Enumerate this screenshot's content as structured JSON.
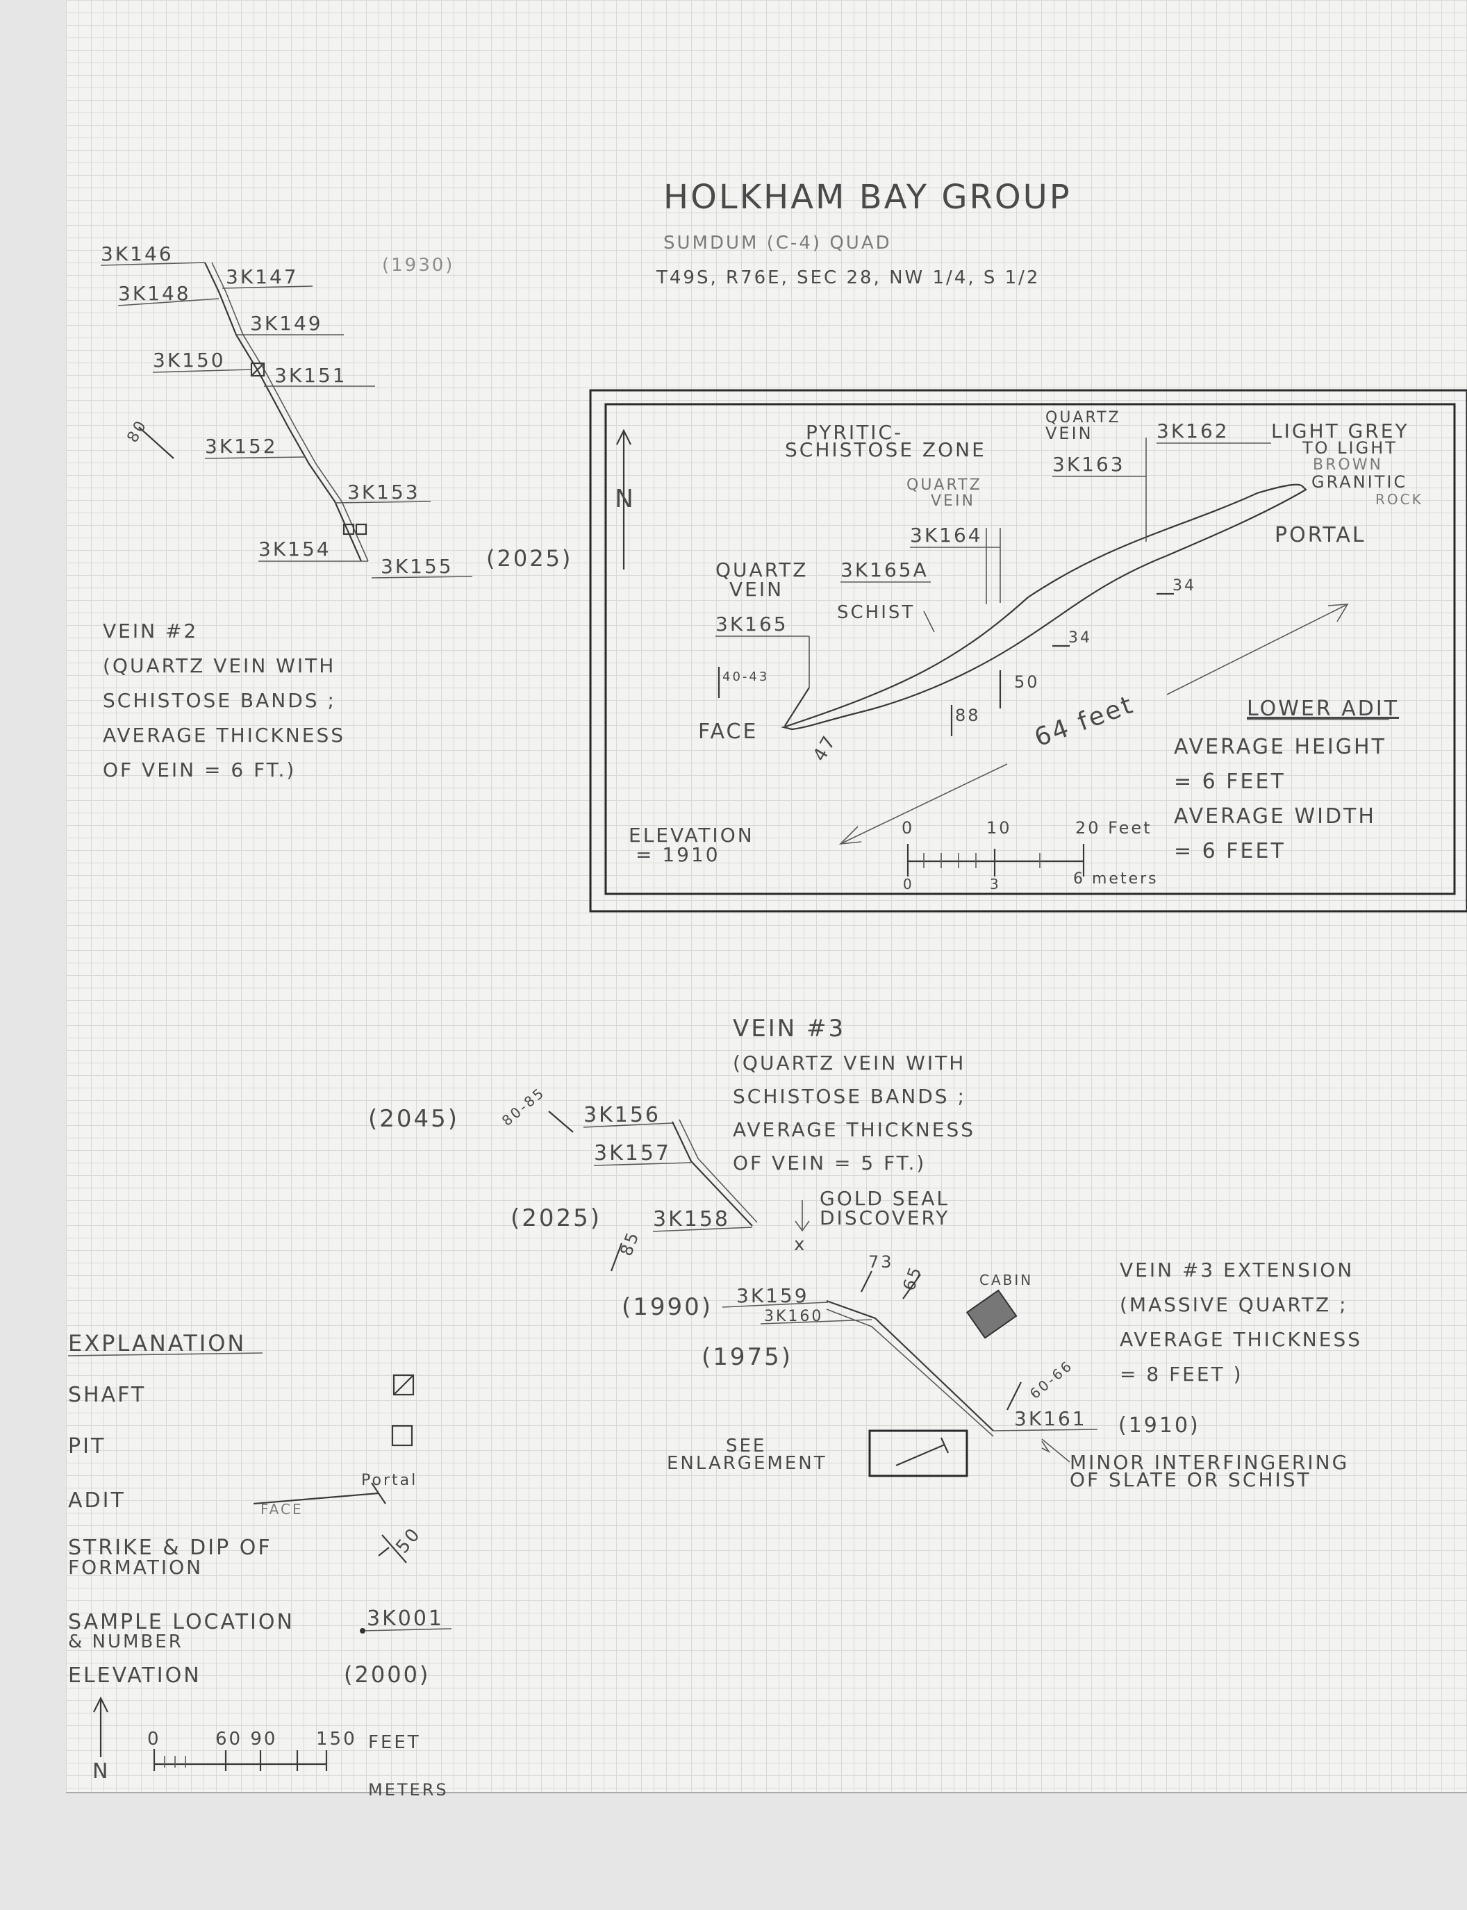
{
  "title": {
    "main": "HOLKHAM BAY GROUP",
    "quad": "SUMDUM (C-4) QUAD",
    "location": "T49S, R76E, SEC 28, NW 1/4, S 1/2"
  },
  "vein2": {
    "samples": [
      "3K146",
      "3K147",
      "3K148",
      "3K149",
      "3K150",
      "3K151",
      "3K152",
      "3K153",
      "3K154",
      "3K155"
    ],
    "elev_top": "(1930)",
    "elev_bottom": "(2025)",
    "strike": "80",
    "desc": [
      "VEIN #2",
      "(QUARTZ VEIN WITH",
      "SCHISTOSE BANDS ;",
      "AVERAGE THICKNESS",
      "OF VEIN = 6 FT.)"
    ]
  },
  "inset": {
    "north": "N",
    "labels": {
      "pyritic": "PYRITIC-",
      "schistose_zone": "SCHISTOSE ZONE",
      "quartz_vein_top": [
        "QUARTZ",
        "VEIN"
      ],
      "quartz_vein_mid": [
        "QUARTZ",
        "VEIN"
      ],
      "quartz_vein_left": [
        "QUARTZ",
        "VEIN"
      ],
      "schist": "SCHIST",
      "rock": [
        "LIGHT GREY",
        "TO LIGHT",
        "BROWN",
        "GRANITIC",
        "ROCK"
      ],
      "portal": "PORTAL",
      "face": "FACE",
      "length": "64 feet"
    },
    "samples": [
      "3K162",
      "3K163",
      "3K164",
      "3K165A",
      "3K165"
    ],
    "dips": [
      "40-43",
      "47",
      "88",
      "50",
      "34",
      "34"
    ],
    "elevation": [
      "ELEVATION",
      "= 1910"
    ],
    "lower_adit": [
      "LOWER ADIT",
      "AVERAGE HEIGHT",
      "= 6 FEET",
      "AVERAGE WIDTH",
      "= 6 FEET"
    ],
    "scale": {
      "feet": [
        "0",
        "10",
        "20 Feet"
      ],
      "meters": [
        "0",
        "3",
        "6 meters"
      ]
    }
  },
  "vein3": {
    "desc": [
      "VEIN #3",
      "(QUARTZ VEIN WITH",
      "SCHISTOSE BANDS ;",
      "AVERAGE THICKNESS",
      "OF VEIN = 5 FT.)"
    ],
    "samples": [
      "3K156",
      "3K157",
      "3K158",
      "3K159",
      "3K160",
      "3K161"
    ],
    "elevations": [
      "(2045)",
      "(2025)",
      "(1990)",
      "(1975)",
      "(1910)"
    ],
    "dips": [
      "80-85",
      "85",
      "73",
      "65",
      "60-66"
    ],
    "gold_seal": [
      "GOLD SEAL",
      "DISCOVERY"
    ],
    "cabin": "CABIN",
    "see": [
      "SEE",
      "ENLARGEMENT"
    ],
    "minor": [
      "MINOR INTERFINGERING",
      "OF SLATE OR SCHIST"
    ]
  },
  "vein3_ext": [
    "VEIN #3 EXTENSION",
    "(MASSIVE QUARTZ ;",
    "AVERAGE THICKNESS",
    "= 8 FEET )"
  ],
  "legend": {
    "title": "EXPLANATION",
    "items": [
      "SHAFT",
      "PIT",
      "ADIT",
      "STRIKE & DIP OF",
      "FORMATION",
      "SAMPLE LOCATION",
      "& NUMBER",
      "ELEVATION"
    ],
    "adit_face": "FACE",
    "adit_portal": "Portal",
    "dip_value": "50",
    "sample": "3K001",
    "elev": "(2000)",
    "north": "N",
    "scale": [
      "0",
      "60 90",
      "150",
      "FEET"
    ],
    "meters": "METERS"
  }
}
